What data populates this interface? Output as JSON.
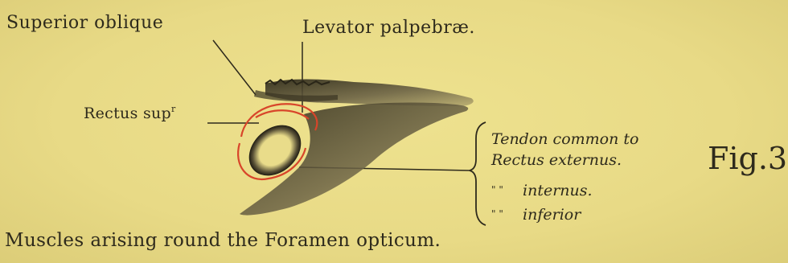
{
  "labels": {
    "superior_oblique": "Superior oblique",
    "levator": "Levator palpebræ.",
    "rectus_sup_main": "Rectus sup",
    "rectus_sup_suffix": "r",
    "tendon_line1": "Tendon common to",
    "tendon_line2": "Rectus externus.",
    "tendon_line3_ditto": "\"   \"",
    "tendon_line3": "internus.",
    "tendon_line4_ditto": "\"   \"",
    "tendon_line4": "inferior",
    "figure": "Fig.3.",
    "caption": "Muscles arising round the Foramen opticum."
  },
  "colors": {
    "paper": "#e9dc8a",
    "ink": "#2e2a1c",
    "red": "#d8452a"
  }
}
